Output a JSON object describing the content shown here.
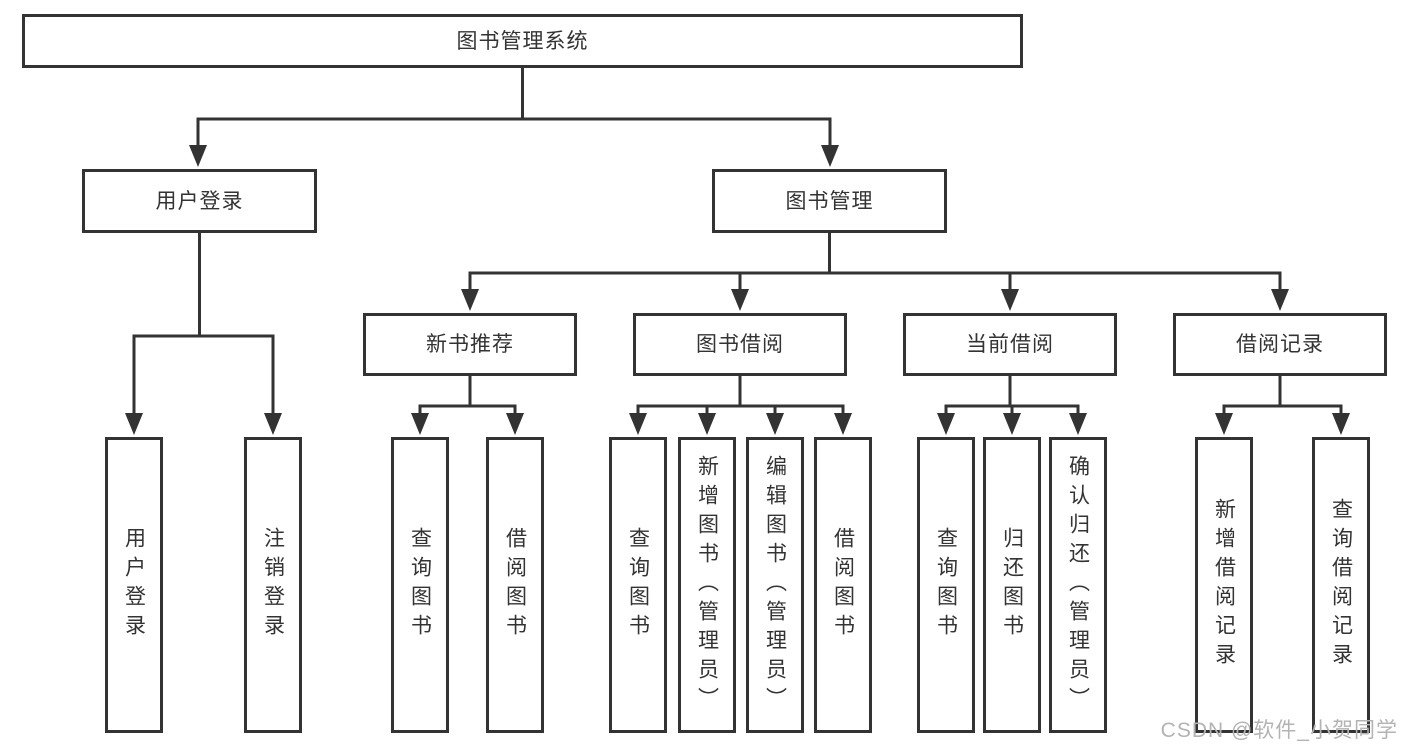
{
  "diagram": {
    "root": {
      "label": "图书管理系统"
    },
    "level2": [
      {
        "label": "用户登录"
      },
      {
        "label": "图书管理"
      }
    ],
    "level3": [
      {
        "label": "新书推荐"
      },
      {
        "label": "图书借阅"
      },
      {
        "label": "当前借阅"
      },
      {
        "label": "借阅记录"
      }
    ],
    "leaves": {
      "user_login": [
        "用户登录",
        "注销登录"
      ],
      "new_book_recommend": [
        "查询图书",
        "借阅图书"
      ],
      "book_borrowing": [
        "查询图书",
        "新增图书（管理员）",
        "编辑图书（管理员）",
        "借阅图书"
      ],
      "current_borrowing": [
        "查询图书",
        "归还图书",
        "确认归还（管理员）"
      ],
      "borrow_records": [
        "新增借阅记录",
        "查询借阅记录"
      ]
    }
  },
  "watermark": {
    "text": "CSDN @软件_小贺同学"
  },
  "colors": {
    "line": "#333333",
    "text": "#333333",
    "background": "#ffffff",
    "watermark": "#b3b3b3"
  }
}
